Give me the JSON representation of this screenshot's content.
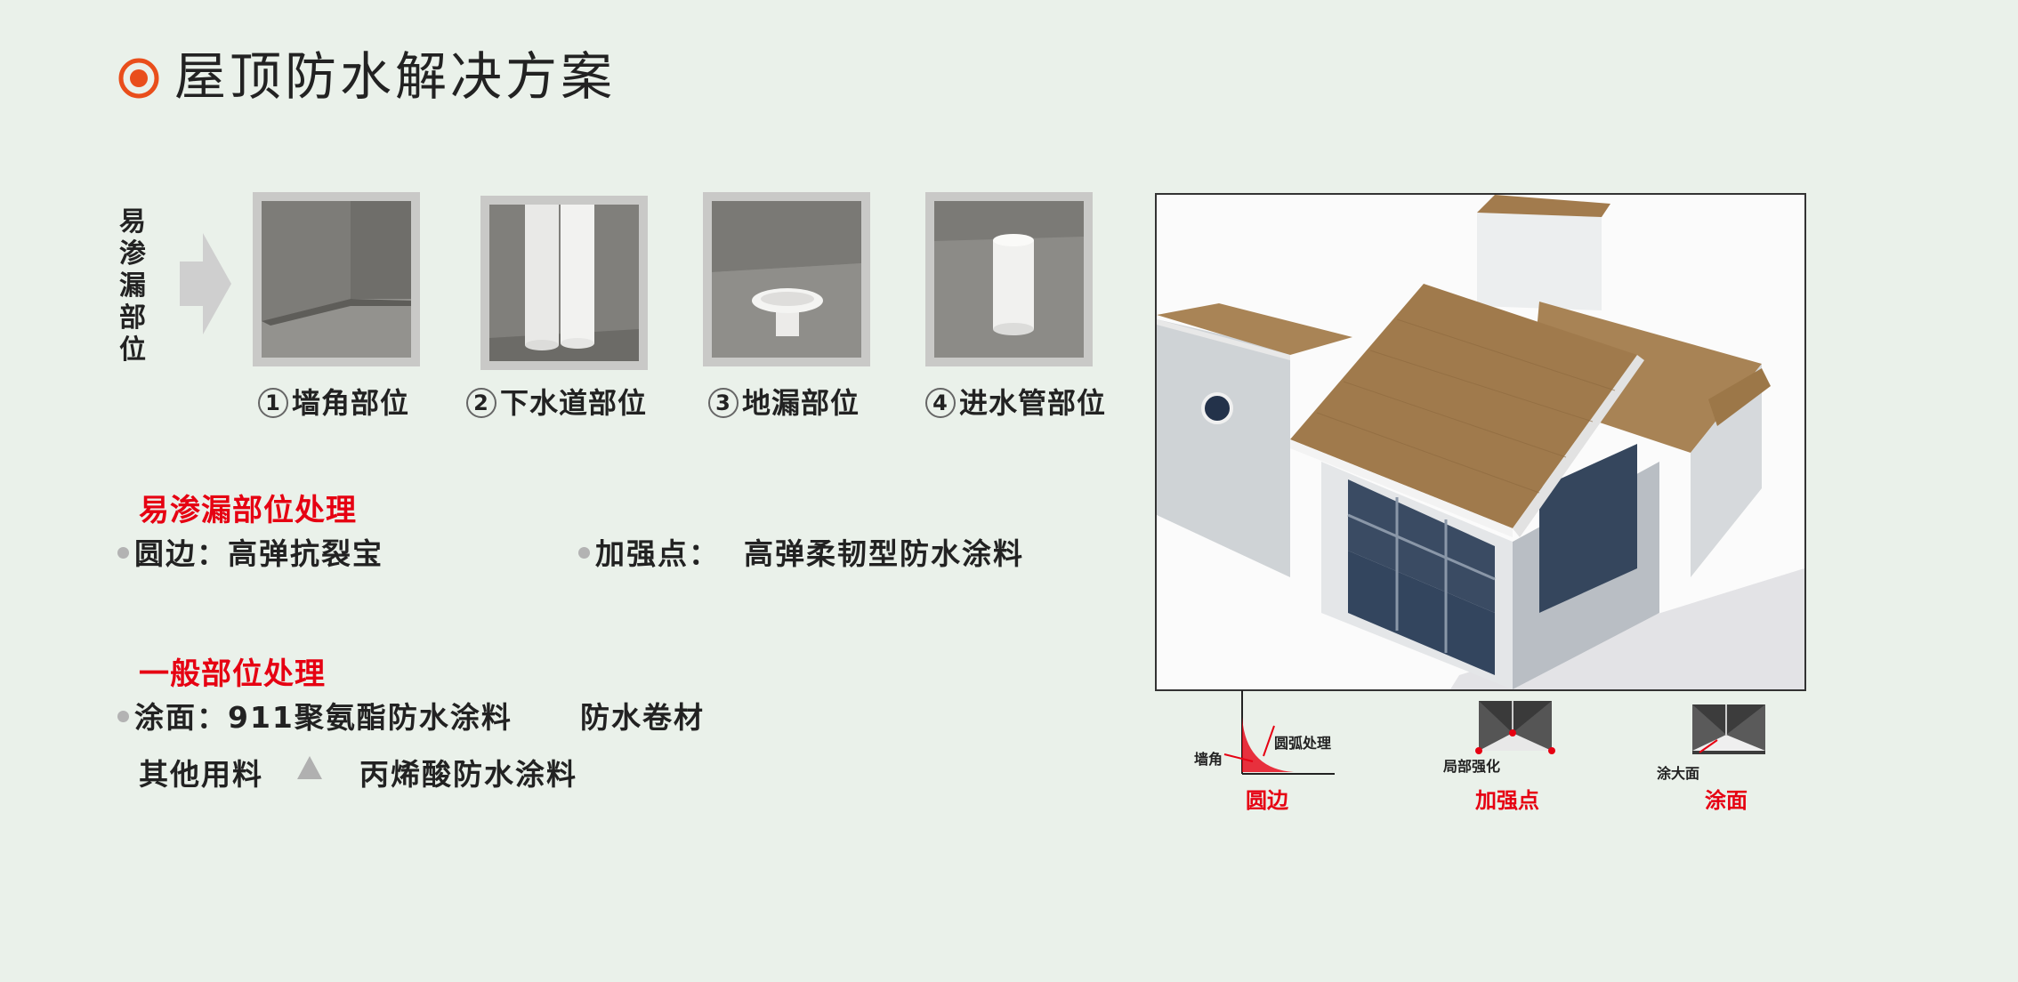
{
  "title": "屋顶防水解决方案",
  "side_label": [
    "易",
    "渗",
    "漏",
    "部",
    "位"
  ],
  "tiles": [
    {
      "num": "1",
      "label": "墙角部位"
    },
    {
      "num": "2",
      "label": "下水道部位"
    },
    {
      "num": "3",
      "label": "地漏部位"
    },
    {
      "num": "4",
      "label": "进水管部位"
    }
  ],
  "section1": {
    "heading": "易渗漏部位处理",
    "item1": "圆边：高弹抗裂宝",
    "item2": "加强点：  高弹柔韧型防水涂料"
  },
  "section2": {
    "heading": "一般部位处理",
    "line1": "涂面：911聚氨酯防水涂料",
    "line1b": "防水卷材",
    "line2a": "其他用料",
    "line2b": "丙烯酸防水涂料"
  },
  "diagrams": [
    {
      "caption": "圆边",
      "label_a": "墙角",
      "label_b": "圆弧处理"
    },
    {
      "caption": "加强点",
      "label_a": "局部强化"
    },
    {
      "caption": "涂面",
      "label_a": "涂大面"
    }
  ],
  "colors": {
    "accent": "#e60012",
    "title_icon": "#e94e1b",
    "background": "#eaf1ea"
  }
}
